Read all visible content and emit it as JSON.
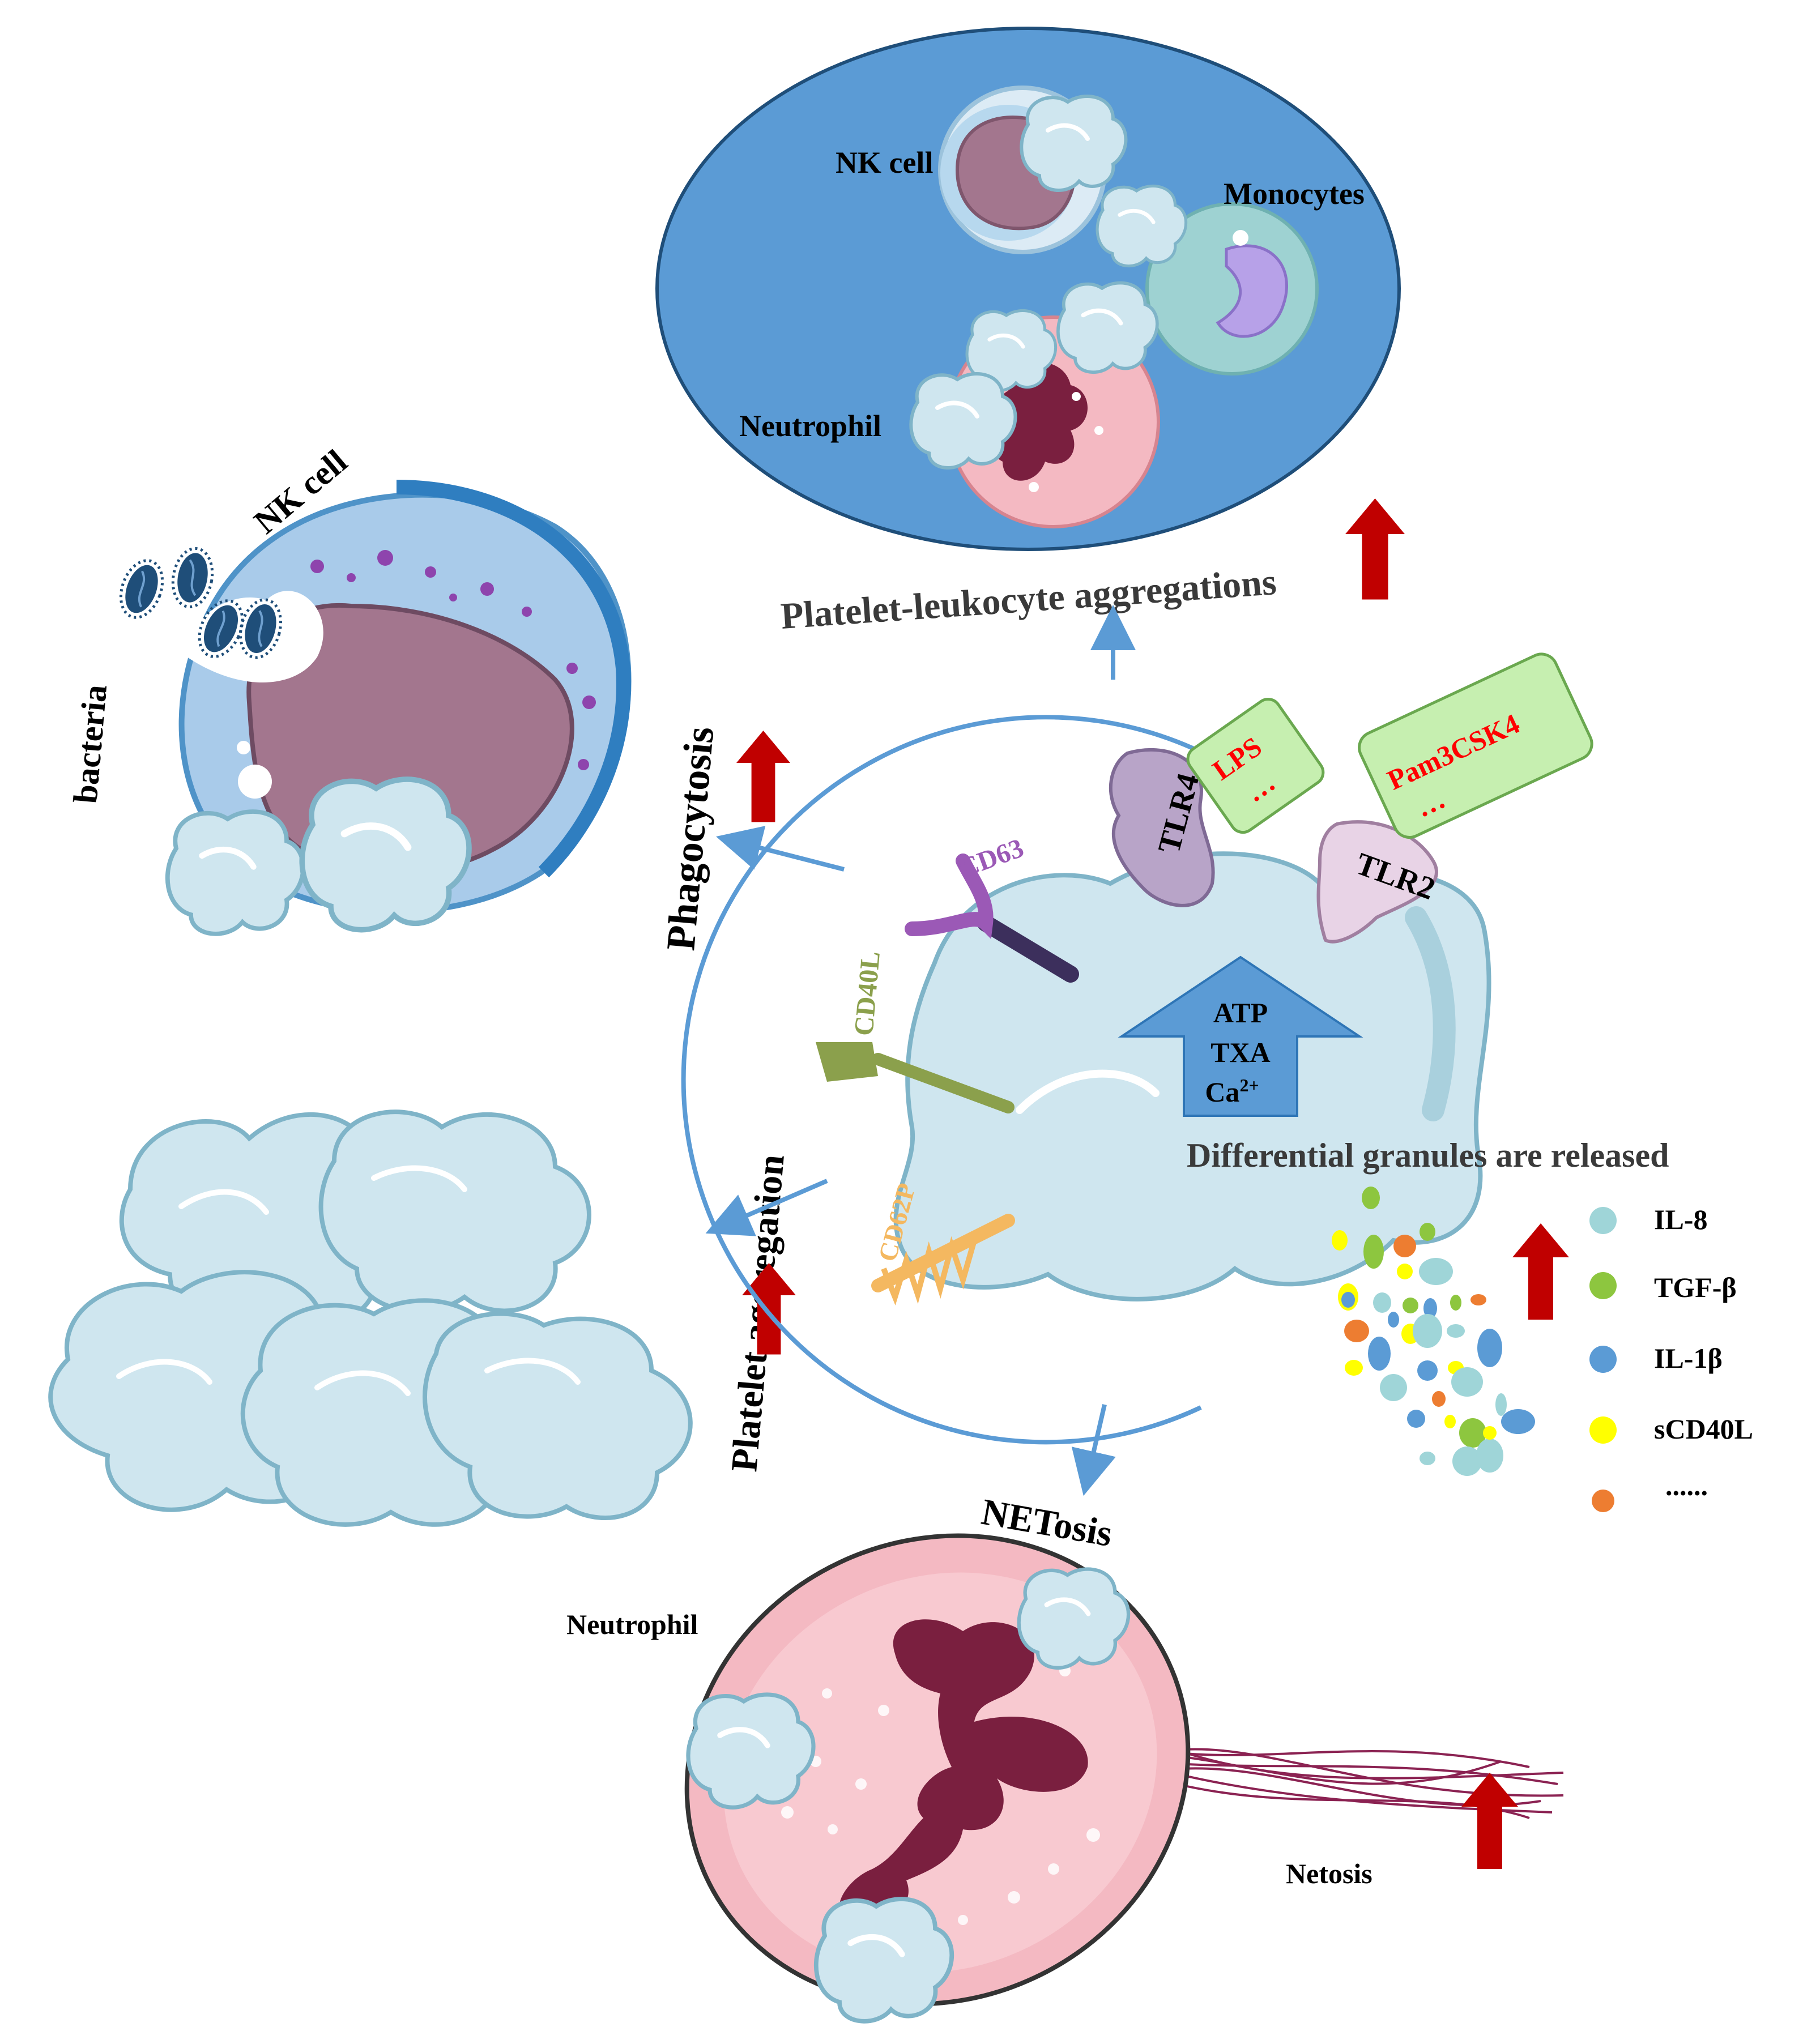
{
  "colors": {
    "platelet_fill": "#cfe6ef",
    "platelet_stroke": "#7fb4c8",
    "blood_oval": "#5b9bd5",
    "arrow_blue": "#5b9bd5",
    "up_arrow_red": "#c00000",
    "nk_purple": "#a3768e",
    "neutrophil_pink": "#f4b9c2",
    "neutrophil_nucleus": "#7a1f3f",
    "monocyte_teal": "#9ed2d2",
    "monocyte_nucleus": "#b7a1e8",
    "ligand_box": "#c6efb0",
    "ligand_text": "#ff0000",
    "tlr4": "#b8a4c8",
    "tlr2": "#e8d3e6",
    "cd63": "#9b59b6",
    "cd40l": "#8ba04c",
    "cd62p": "#f4b860",
    "granule_il8": "#9fd5d8",
    "granule_tgfb": "#8dc63f",
    "granule_il1b": "#5b9bd5",
    "granule_scd40l": "#ffff00",
    "granule_other": "#ed7d31"
  },
  "top_panel": {
    "nk_label": "NK cell",
    "monocyte_label": "Monocytes",
    "neutrophil_label": "Neutrophil",
    "caption": "Platelet-leukocyte aggregations"
  },
  "left_panel": {
    "nk_label": "NK cell",
    "bacteria_label": "bacteria",
    "phagocytosis_label": "Phagocytosis"
  },
  "aggregation": {
    "label": "Platelet aggregation"
  },
  "center": {
    "lps_box": [
      "LPS",
      "…"
    ],
    "pam_box": [
      "Pam3CSK4",
      "…"
    ],
    "tlr4": "TLR4",
    "tlr2": "TLR2",
    "cd63": "CD63",
    "cd40l": "CD40L",
    "cd62p": "CD62P",
    "mediators": {
      "atp": "ATP",
      "txa": "TXA",
      "ca": "Ca",
      "ca_sup": "2+"
    },
    "granules_caption": "Differential granules are released"
  },
  "legend": [
    {
      "label": "IL-8",
      "color": "#9fd5d8"
    },
    {
      "label": "TGF-β",
      "color": "#8dc63f"
    },
    {
      "label": "IL-1β",
      "color": "#5b9bd5"
    },
    {
      "label": "sCD40L",
      "color": "#ffff00"
    },
    {
      "label": "......",
      "color": "#ed7d31"
    }
  ],
  "bottom": {
    "netosis_title": "NETosis",
    "neutrophil_label": "Neutrophil",
    "netosis_label": "Netosis"
  }
}
